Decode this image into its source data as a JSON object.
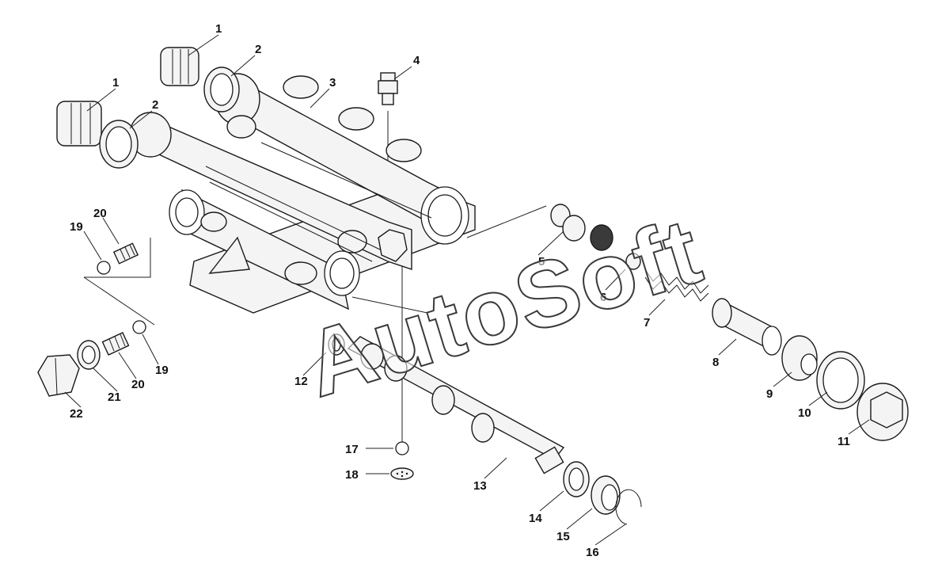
{
  "watermark": "AutoSoft",
  "callouts": [
    "1",
    "1",
    "2",
    "2",
    "3",
    "4",
    "5",
    "6",
    "7",
    "8",
    "9",
    "10",
    "11",
    "12",
    "13",
    "14",
    "15",
    "16",
    "17",
    "18",
    "19",
    "19",
    "20",
    "20",
    "21",
    "22"
  ]
}
